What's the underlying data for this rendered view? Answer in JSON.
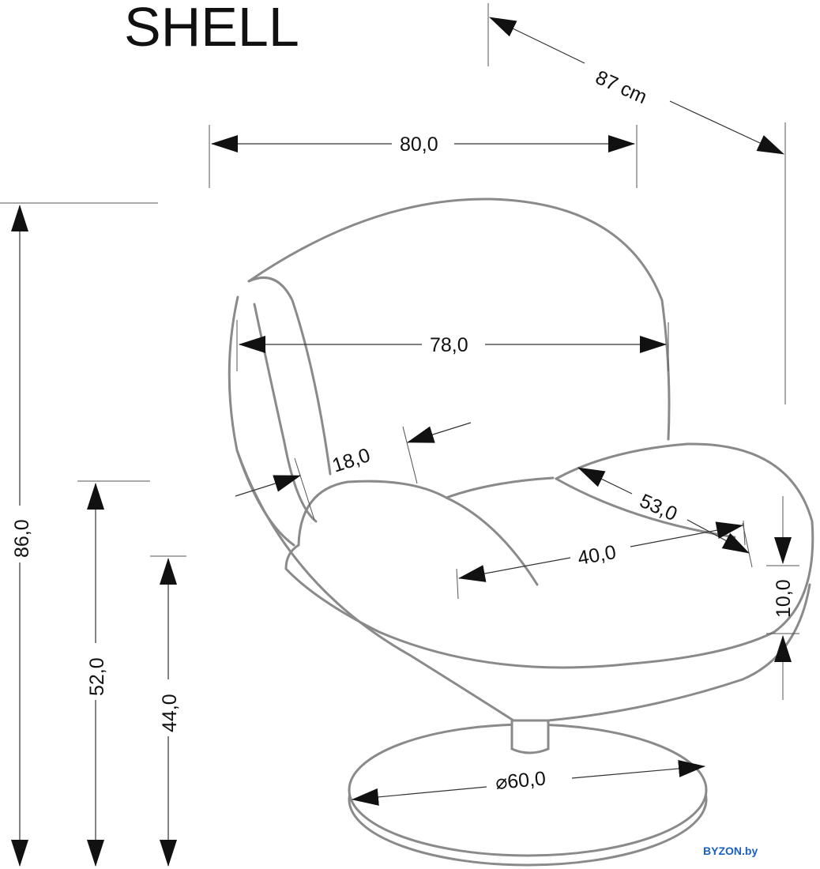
{
  "title": "SHELL",
  "dimensions": {
    "width": "80,0",
    "depth": "87 cm",
    "total_height": "86,0",
    "seat_back_width": "78,0",
    "armrest_thickness": "18,0",
    "armrest_to_seat": "53,0",
    "seat_depth": "40,0",
    "seat_cushion_height": "10,0",
    "armrest_height": "52,0",
    "seat_height": "44,0",
    "base_diameter": "⌀60,0"
  },
  "brand": "BYZON.by"
}
